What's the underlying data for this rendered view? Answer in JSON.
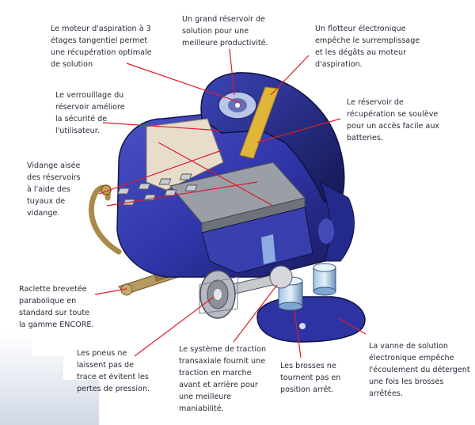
{
  "callouts": {
    "aspiration_motor": "Le moteur d'aspiration à 3\nétages tangentiel permet\nune récupération optimale\nde solution",
    "solution_tank": "Un grand réservoir de\nsolution pour une\nmeilleure productivité.",
    "float": "Un flotteur électronique\nempêche le surremplissage\net les dégâts au moteur\nd'aspiration.",
    "tank_lock": "Le verrouillage du\nréservoir améliore\nla sécurité de\nl'utilisateur.",
    "recovery_tank": "Le réservoir de\nrécupération se soulève\npour un accès facile aux\nbatteries.",
    "drain": "Vidange aisée\ndes réservoirs\nà l'aide des\ntuyaux de\nvidange.",
    "squeegee": "Raclette brevetée\nparabolique en\nstandard sur toute\nla gamme ENCORE.",
    "tires": "Les pneus ne\nlaissent pas de\ntrace et évitent les\npertes de pression.",
    "traction": "Le système de traction\ntransaxiale fournit une\ntraction en marche\navant et arrière pour\nune meilleure\nmaniabilité.",
    "brushes": "Les brosses ne\ntournent pas en\nposition arrêt.",
    "solution_valve": "La vanne de solution\nélectronique empêche\nl'écoulement du détergent\nune fois les brosses\narrêtées."
  },
  "colors": {
    "body_blue": "#2f35a8",
    "body_dark": "#1c1f6e",
    "accent_yellow": "#e0b63a",
    "leader_red": "#d81e2c",
    "panel_beige": "#e8dccb",
    "battery_gray": "#9a9ea6"
  }
}
